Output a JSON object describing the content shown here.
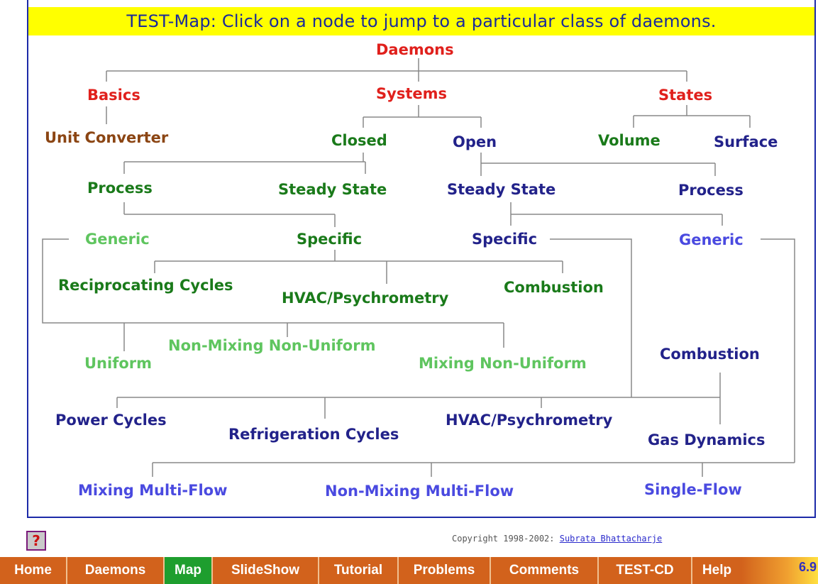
{
  "header": {
    "title": "TEST-Map: Click on a node to jump to a particular class of daemons."
  },
  "map": {
    "root": "Daemons",
    "basics": "Basics",
    "systems": "Systems",
    "states": "States",
    "unit_converter": "Unit Converter",
    "closed": "Closed",
    "open": "Open",
    "volume": "Volume",
    "surface": "Surface",
    "closed_process": "Process",
    "closed_steady_state": "Steady State",
    "open_steady_state": "Steady State",
    "open_process": "Process",
    "closed_generic": "Generic",
    "closed_specific": "Specific",
    "open_specific": "Specific",
    "open_generic": "Generic",
    "closed_reciprocating_cycles": "Reciprocating Cycles",
    "closed_hvac": "HVAC/Psychrometry",
    "closed_combustion": "Combustion",
    "uniform": "Uniform",
    "non_mixing_non_uniform": "Non-Mixing Non-Uniform",
    "mixing_non_uniform": "Mixing Non-Uniform",
    "open_combustion": "Combustion",
    "power_cycles": "Power Cycles",
    "refrigeration_cycles": "Refrigeration Cycles",
    "open_hvac": "HVAC/Psychrometry",
    "gas_dynamics": "Gas Dynamics",
    "mixing_multi_flow": "Mixing Multi-Flow",
    "non_mixing_multi_flow": "Non-Mixing Multi-Flow",
    "single_flow": "Single-Flow"
  },
  "footer": {
    "help_icon": "?",
    "copyright_prefix": "Copyright 1998-2002:",
    "author": "Subrata Bhattacharje"
  },
  "nav": {
    "items": [
      "Home",
      "Daemons",
      "Map",
      "SlideShow",
      "Tutorial",
      "Problems",
      "Comments",
      "TEST-CD",
      "Help"
    ],
    "active": "Map",
    "badge": "6.9"
  },
  "colors": {
    "header_bg": "#ffff00",
    "nav_bg": "#d2621c",
    "nav_active": "#1e9e2e",
    "red": "#e0201c",
    "brown": "#8b4513",
    "dark_green": "#1a7a1a",
    "light_green": "#5fc55f",
    "navy": "#22228a",
    "light_blue": "#4a4ae0"
  }
}
